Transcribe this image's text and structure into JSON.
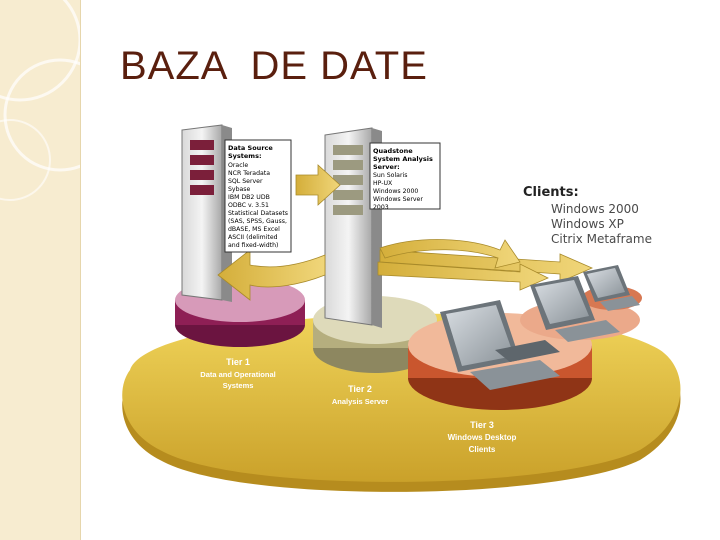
{
  "slide": {
    "title": "BAZA  DE DATE"
  },
  "diagram": {
    "data_sources_box": {
      "heading_line1": "Data Source",
      "heading_line2": "Systems:",
      "items": [
        "Oracle",
        "NCR Teradata",
        "SQL Server",
        "Sybase",
        "IBM DB2 UDB",
        "ODBC v. 3.51",
        "Statistical Datasets",
        "(SAS, SPSS, Gauss,",
        "dBASE, MS Excel",
        "ASCII (delimited",
        "and fixed-width)"
      ]
    },
    "quadstone_box": {
      "heading_line1": "Quadstone",
      "heading_line2": "System Analysis",
      "heading_line3": "Server:",
      "items": [
        "Sun Solaris",
        "HP-UX",
        "Windows 2000",
        "Windows Server",
        "2003"
      ]
    },
    "clients_box": {
      "heading": "Clients:",
      "items": [
        "Windows 2000",
        "Windows XP",
        "Citrix Metaframe"
      ]
    },
    "tier1": {
      "line1": "Tier 1",
      "line2": "Data and Operational",
      "line3": "Systems"
    },
    "tier2": {
      "line1": "Tier 2",
      "line2": "Analysis Server"
    },
    "tier3": {
      "line1": "Tier 3",
      "line2": "Windows Desktop",
      "line3": "Clients"
    },
    "colors": {
      "base_platform": "#e3bf3a",
      "tier1_disc": "#8e1f55",
      "tier2_disc": "#b5ae7e",
      "tier3_disc": "#c9562e",
      "arrow": "#e2c455",
      "title": "#5a1f0e"
    }
  }
}
